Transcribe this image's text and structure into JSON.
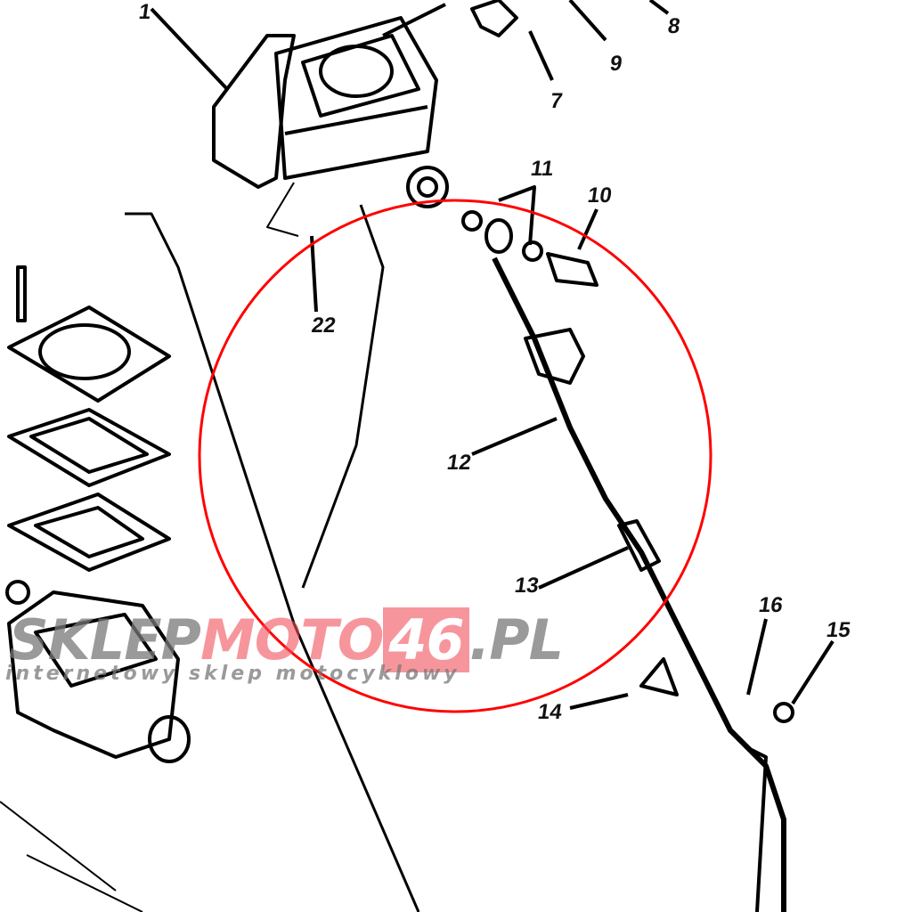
{
  "diagram": {
    "part_labels": [
      "1",
      "8",
      "9",
      "7",
      "11",
      "10",
      "22",
      "12",
      "13",
      "16",
      "15",
      "14"
    ],
    "highlight_color": "#ff0000"
  },
  "watermark": {
    "brand_part1": "SKLEP",
    "brand_part2": "MOTO",
    "brand_part3": "46",
    "brand_part4": ".PL",
    "tagline": "internetowy sklep motocyklowy"
  }
}
